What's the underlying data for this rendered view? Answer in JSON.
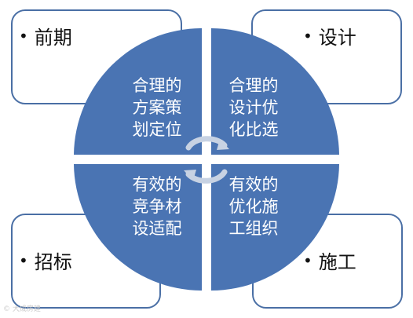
{
  "corner_labels": {
    "top_left": "前期",
    "top_right": "设计",
    "bottom_left": "招标",
    "bottom_right": "施工"
  },
  "bullet": "•",
  "quadrants": {
    "top_left": [
      "合理的",
      "方案策",
      "划定位"
    ],
    "top_right": [
      "合理的",
      "设计优",
      "化比选"
    ],
    "bottom_left": [
      "有效的",
      "竞争材",
      "设适配"
    ],
    "bottom_right": [
      "有效的",
      "优化施",
      "工组织"
    ]
  },
  "watermark": "© 大成房建",
  "colors": {
    "quadrant_fill": "#4a74b3",
    "box_border": "#4a6fa5",
    "arrow": "#c7d2e3"
  }
}
